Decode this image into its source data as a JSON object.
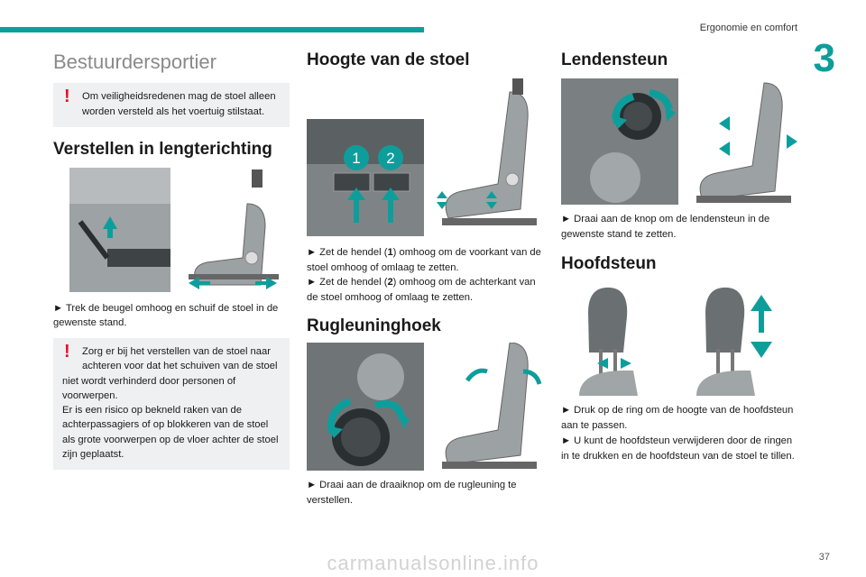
{
  "header": {
    "section": "Ergonomie en comfort",
    "chapter": "3"
  },
  "col1": {
    "title": "Bestuurdersportier",
    "warn1": "Om veiligheidsredenen mag de stoel alleen worden versteld als het voertuig stilstaat.",
    "subtitle": "Verstellen in lengterichting",
    "text": "► Trek de beugel omhoog en schuif de stoel in de gewenste stand.",
    "warn2_first": "Zorg er bij het verstellen van de stoel naar achteren voor dat het schuiven van de stoel",
    "warn2_rest": "niet wordt verhinderd door personen of voorwerpen.",
    "warn2_b": "Er is een risico op bekneld raken van de achterpassagiers of op blokkeren van de stoel als grote voorwerpen op de vloer achter de stoel zijn geplaatst."
  },
  "col2": {
    "title1": "Hoogte van de stoel",
    "callout1": "1",
    "callout2": "2",
    "text1_pre": "► Zet de hendel (",
    "text1_num": "1",
    "text1_post": ") omhoog om de voorkant van de stoel omhoog of omlaag te zetten.",
    "text2_pre": "► Zet de hendel (",
    "text2_num": "2",
    "text2_post": ") omhoog om de achterkant van de stoel omhoog of omlaag te zetten.",
    "title2": "Rugleuninghoek",
    "text3": "► Draai aan de draaiknop om de rugleuning te verstellen."
  },
  "col3": {
    "title1": "Lendensteun",
    "text1": "► Draai aan de knop om de lendensteun in de gewenste stand te zetten.",
    "title2": "Hoofdsteun",
    "text2": "► Druk op de ring om de hoogte van de hoofdsteun aan te passen.",
    "text3": "► U kunt de hoofdsteun verwijderen door de ringen in te drukken en de hoofdsteun van de stoel te tillen."
  },
  "footer": {
    "page": "37",
    "watermark": "carmanualsonline.info"
  },
  "colors": {
    "accent": "#0d9e9c",
    "warning": "#e8102a",
    "panel": "#eef0f2"
  }
}
